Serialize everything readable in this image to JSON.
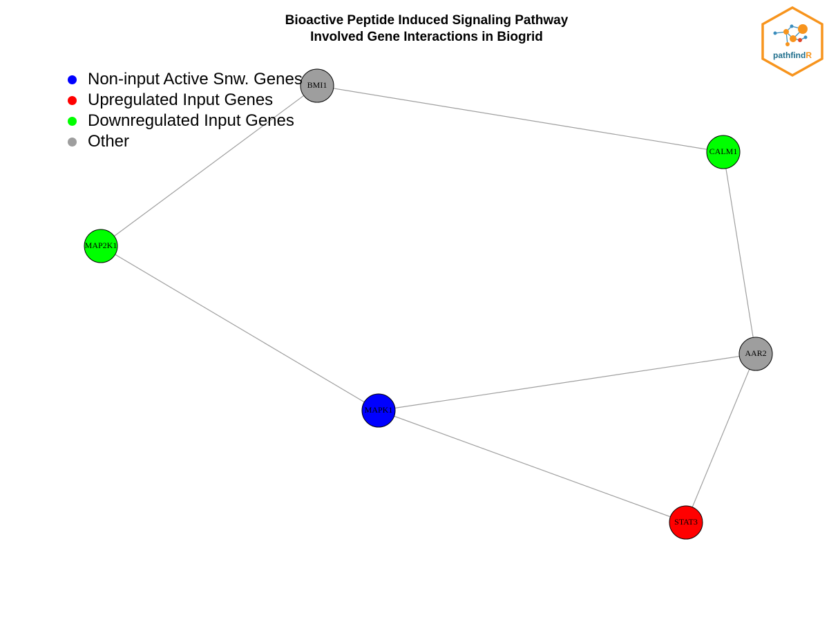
{
  "title": {
    "line1": "Bioactive Peptide Induced Signaling Pathway",
    "line2": "Involved Gene Interactions in Biogrid"
  },
  "legend": [
    {
      "label": "Non-input Active Snw. Genes",
      "color": "#0000ff"
    },
    {
      "label": "Upregulated Input Genes",
      "color": "#ff0000"
    },
    {
      "label": "Downregulated Input Genes",
      "color": "#00ff00"
    },
    {
      "label": "Other",
      "color": "#9e9e9e"
    }
  ],
  "network": {
    "nodes": [
      {
        "id": "BMI1",
        "label": "BMI1",
        "category": "Other"
      },
      {
        "id": "CALM1",
        "label": "CALM1",
        "category": "Downregulated Input Genes"
      },
      {
        "id": "MAP2K1",
        "label": "MAP2K1",
        "category": "Downregulated Input Genes"
      },
      {
        "id": "AAR2",
        "label": "AAR2",
        "category": "Other"
      },
      {
        "id": "MAPK1",
        "label": "MAPK1",
        "category": "Non-input Active Snw. Genes"
      },
      {
        "id": "STAT3",
        "label": "STAT3",
        "category": "Upregulated Input Genes"
      }
    ],
    "edges": [
      [
        "BMI1",
        "CALM1"
      ],
      [
        "BMI1",
        "MAP2K1"
      ],
      [
        "MAP2K1",
        "MAPK1"
      ],
      [
        "CALM1",
        "AAR2"
      ],
      [
        "AAR2",
        "MAPK1"
      ],
      [
        "AAR2",
        "STAT3"
      ],
      [
        "MAPK1",
        "STAT3"
      ]
    ]
  },
  "logo": {
    "text_main": "pathfind",
    "text_accent": "R",
    "border_color": "#f7941d",
    "text_color": "#1f6e8c",
    "accent_color": "#f7941d"
  }
}
